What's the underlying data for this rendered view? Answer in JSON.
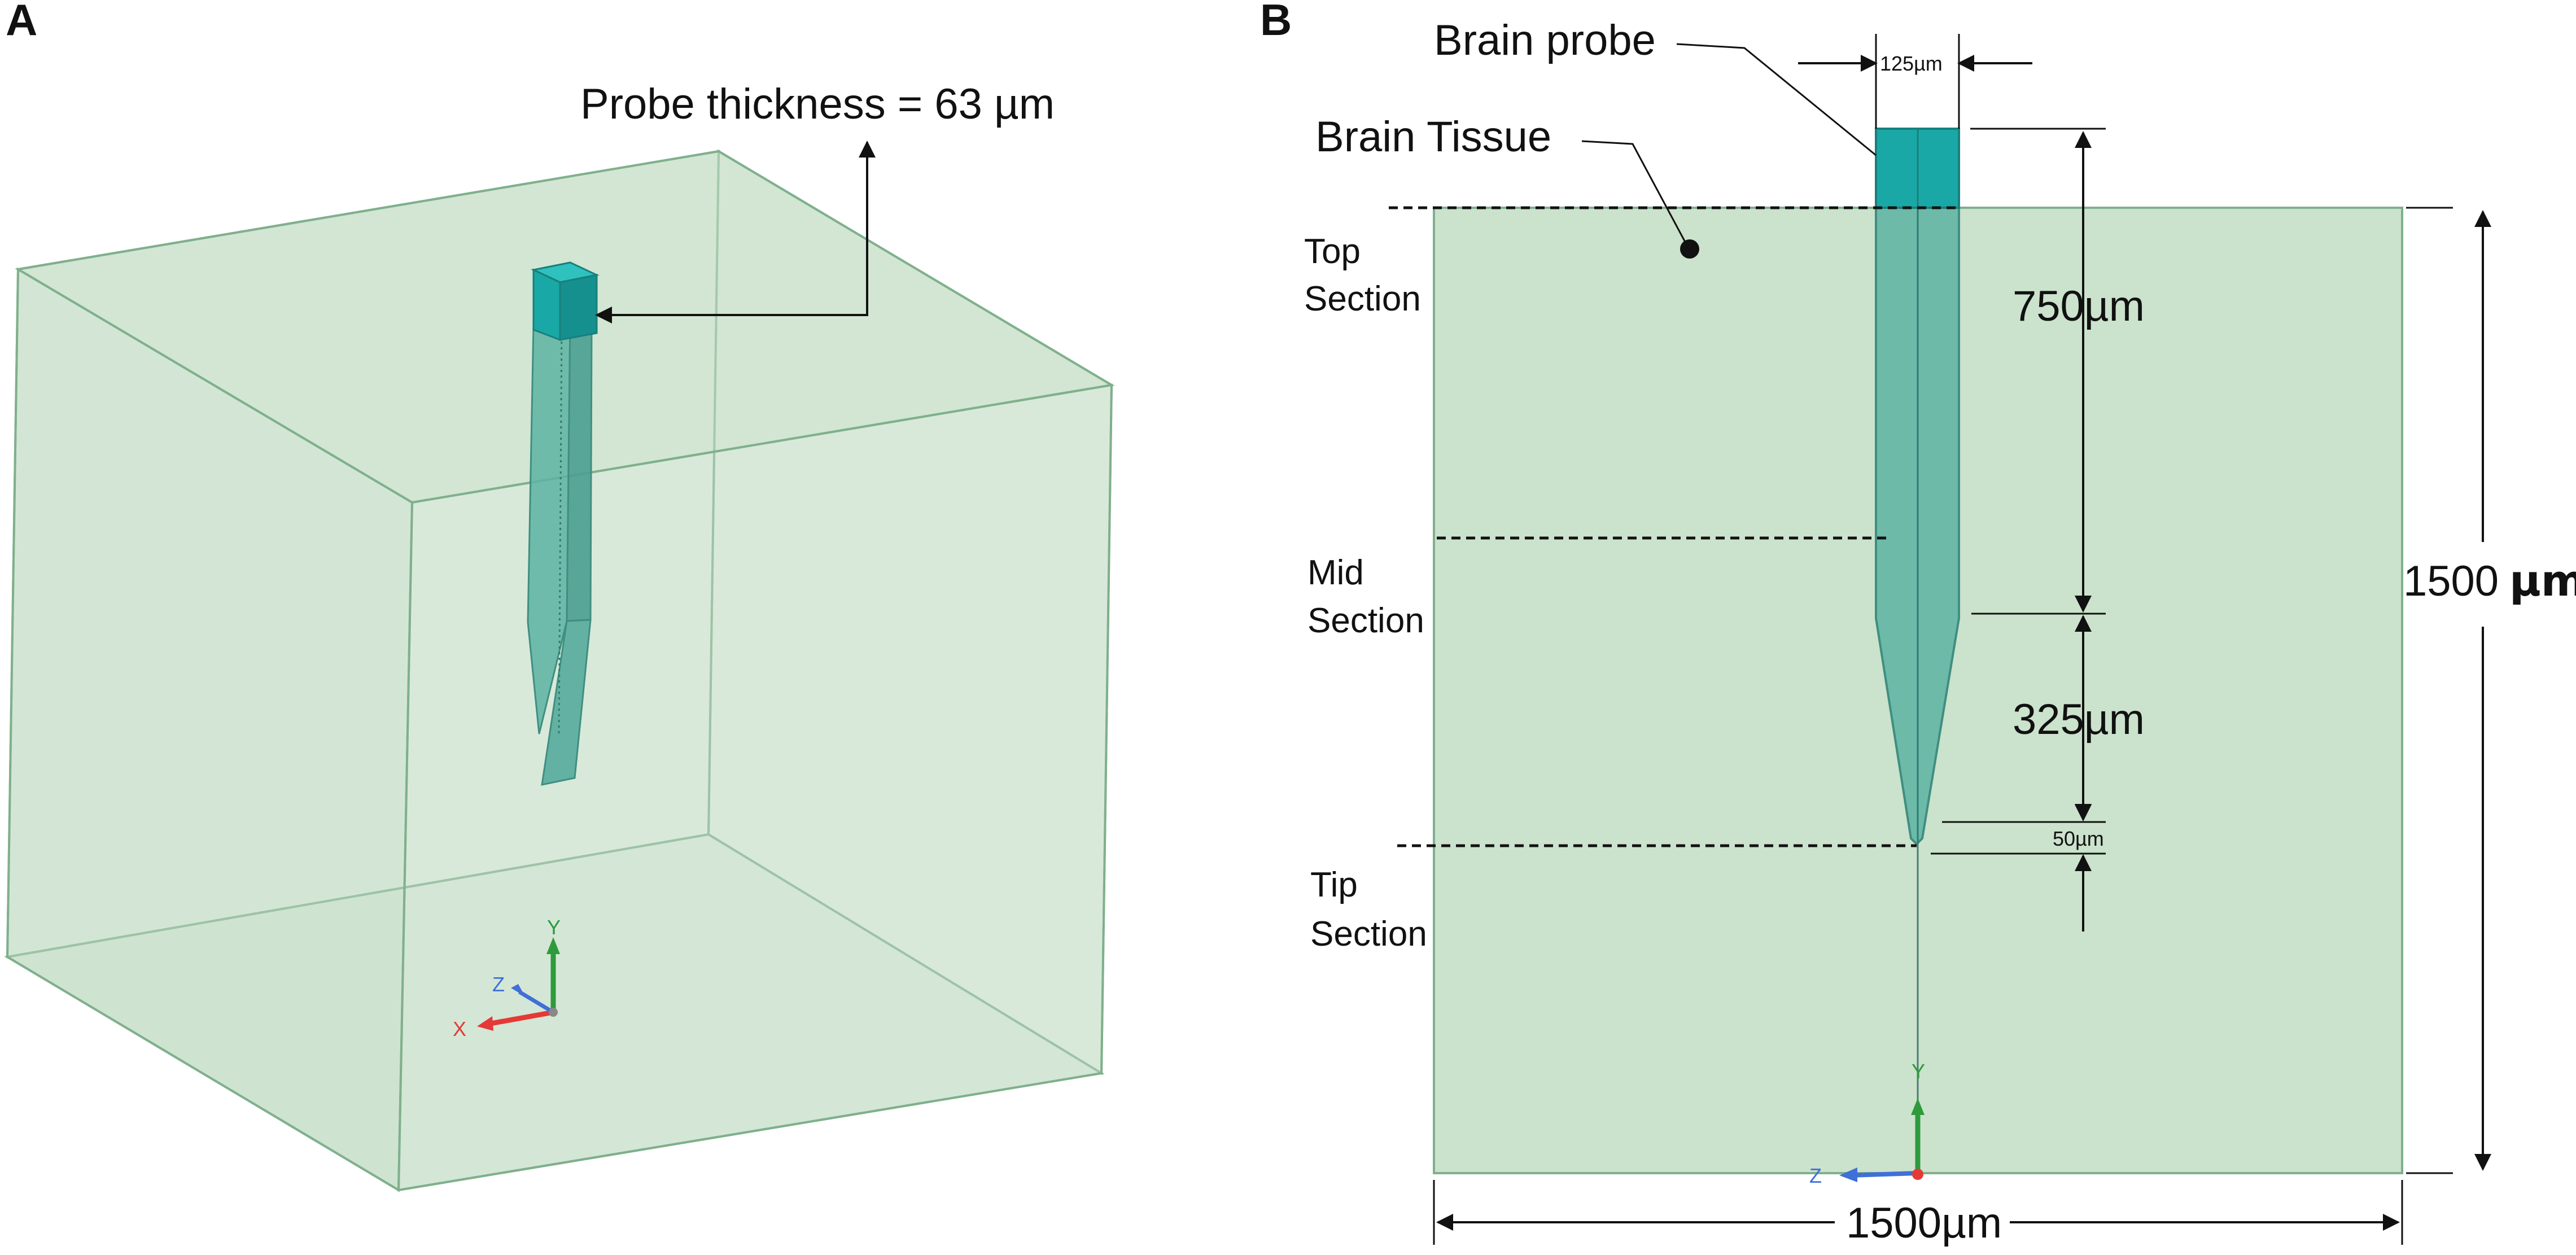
{
  "panel_a": {
    "letter": "A",
    "probe_thickness_label": "Probe thickness = 63 µm",
    "axes": {
      "x": "X",
      "y": "Y",
      "z": "Z"
    }
  },
  "panel_b": {
    "letter": "B",
    "brain_probe_label": "Brain probe",
    "brain_tissue_label": "Brain Tissue",
    "probe_width_label": "125µm",
    "top_section_label": [
      "Top",
      "Section"
    ],
    "mid_section_label": [
      "Mid",
      "Section"
    ],
    "tip_section_label": [
      "Tip",
      "Section"
    ],
    "dim_750": "750µm",
    "dim_325": "325µm",
    "dim_50": "50µm",
    "dim_height_value": "1500",
    "dim_height_unit": "µm",
    "dim_width": "1500µm",
    "axes": {
      "y": "Y",
      "z": "Z"
    }
  },
  "colors": {
    "tissue_fill": "#cbe2cc",
    "tissue_edge": "#7fb08c",
    "probe_body": "#5db3a2",
    "probe_head": "#1aa8a6",
    "axis_x": "#e53935",
    "axis_y": "#2e9a3c",
    "axis_z": "#3f6fd8"
  }
}
